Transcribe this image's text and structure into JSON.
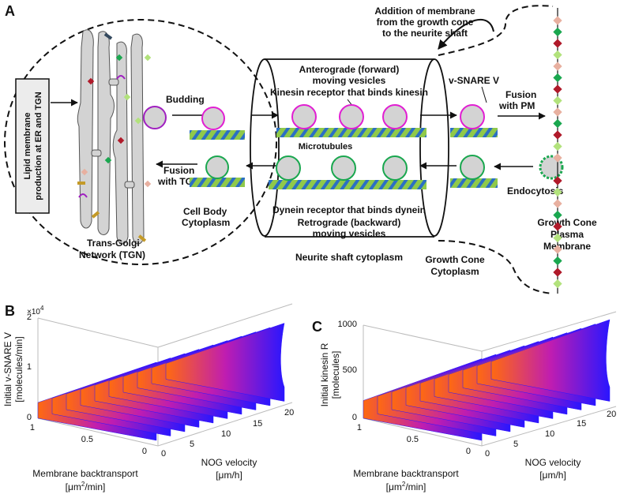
{
  "panel_labels": {
    "a": "A",
    "b": "B",
    "c": "C"
  },
  "diagram": {
    "addition_line1": "Addition of membrane",
    "addition_line2": "from the growth cone",
    "addition_line3": "to the neurite shaft",
    "lipid_line1": "Lipid membrane",
    "lipid_line2": "production at ER and TGN",
    "budding": "Budding",
    "fusion_tgn_line1": "Fusion",
    "fusion_tgn_line2": "with TGN",
    "cell_body_line1": "Cell Body",
    "cell_body_line2": "Cytoplasm",
    "tgn_line1": "Trans-Golgi",
    "tgn_line2": "Network (TGN)",
    "antero_line1": "Anterograde (forward)",
    "antero_line2": "moving vesicles",
    "kinesin_receptor": "Kinesin receptor that binds kinesin",
    "microtubules": "Microtubules",
    "dynein_receptor": "Dynein receptor that binds dynein",
    "retro_line1": "Retrograde (backward)",
    "retro_line2": "moving vesicles",
    "neurite_cytoplasm": "Neurite shaft cytoplasm",
    "vsnare": "v-SNARE V",
    "fusion_pm_line1": "Fusion",
    "fusion_pm_line2": "with PM",
    "endocytosis": "Endocytosis",
    "gc_pm_line1": "Growth Cone",
    "gc_pm_line2": "Plasma",
    "gc_pm_line3": "Membrane",
    "gc_cyto_line1": "Growth Cone",
    "gc_cyto_line2": "Cytoplasm",
    "colors": {
      "antero": "#e11fd2",
      "retro": "#1aa74f",
      "tgn_fill": "#d3d3d3",
      "vesicle": "#d3d3d3"
    }
  },
  "plot_b": {
    "zlabel_line1": "Initial v-SNARE V",
    "zlabel_line2": "[molecules/min]",
    "exponent": "×10",
    "exponent_power": "4",
    "z_ticks": [
      "0",
      "1",
      "2"
    ],
    "x_ticks": [
      "0",
      "5",
      "10",
      "15",
      "20"
    ],
    "y_ticks": [
      "0",
      "0.5",
      "1"
    ],
    "xlabel_line1": "NOG velocity",
    "xlabel_line2": "[μm/h]",
    "ylabel_line1": "Membrane backtransport",
    "ylabel_line2": "[μm",
    "ylabel_sup": "2",
    "ylabel_line2_end": "/min]"
  },
  "plot_c": {
    "zlabel_line1": "Initial kinesin R",
    "zlabel_line2": "[molecules]",
    "z_ticks": [
      "0",
      "500",
      "1000"
    ],
    "x_ticks": [
      "0",
      "5",
      "10",
      "15",
      "20"
    ],
    "y_ticks": [
      "0",
      "0.5",
      "1"
    ],
    "xlabel_line1": "NOG velocity",
    "xlabel_line2": "[μm/h]",
    "ylabel_line1": "Membrane backtransport",
    "ylabel_line2": "[μm",
    "ylabel_sup": "2",
    "ylabel_line2_end": "/min]"
  }
}
